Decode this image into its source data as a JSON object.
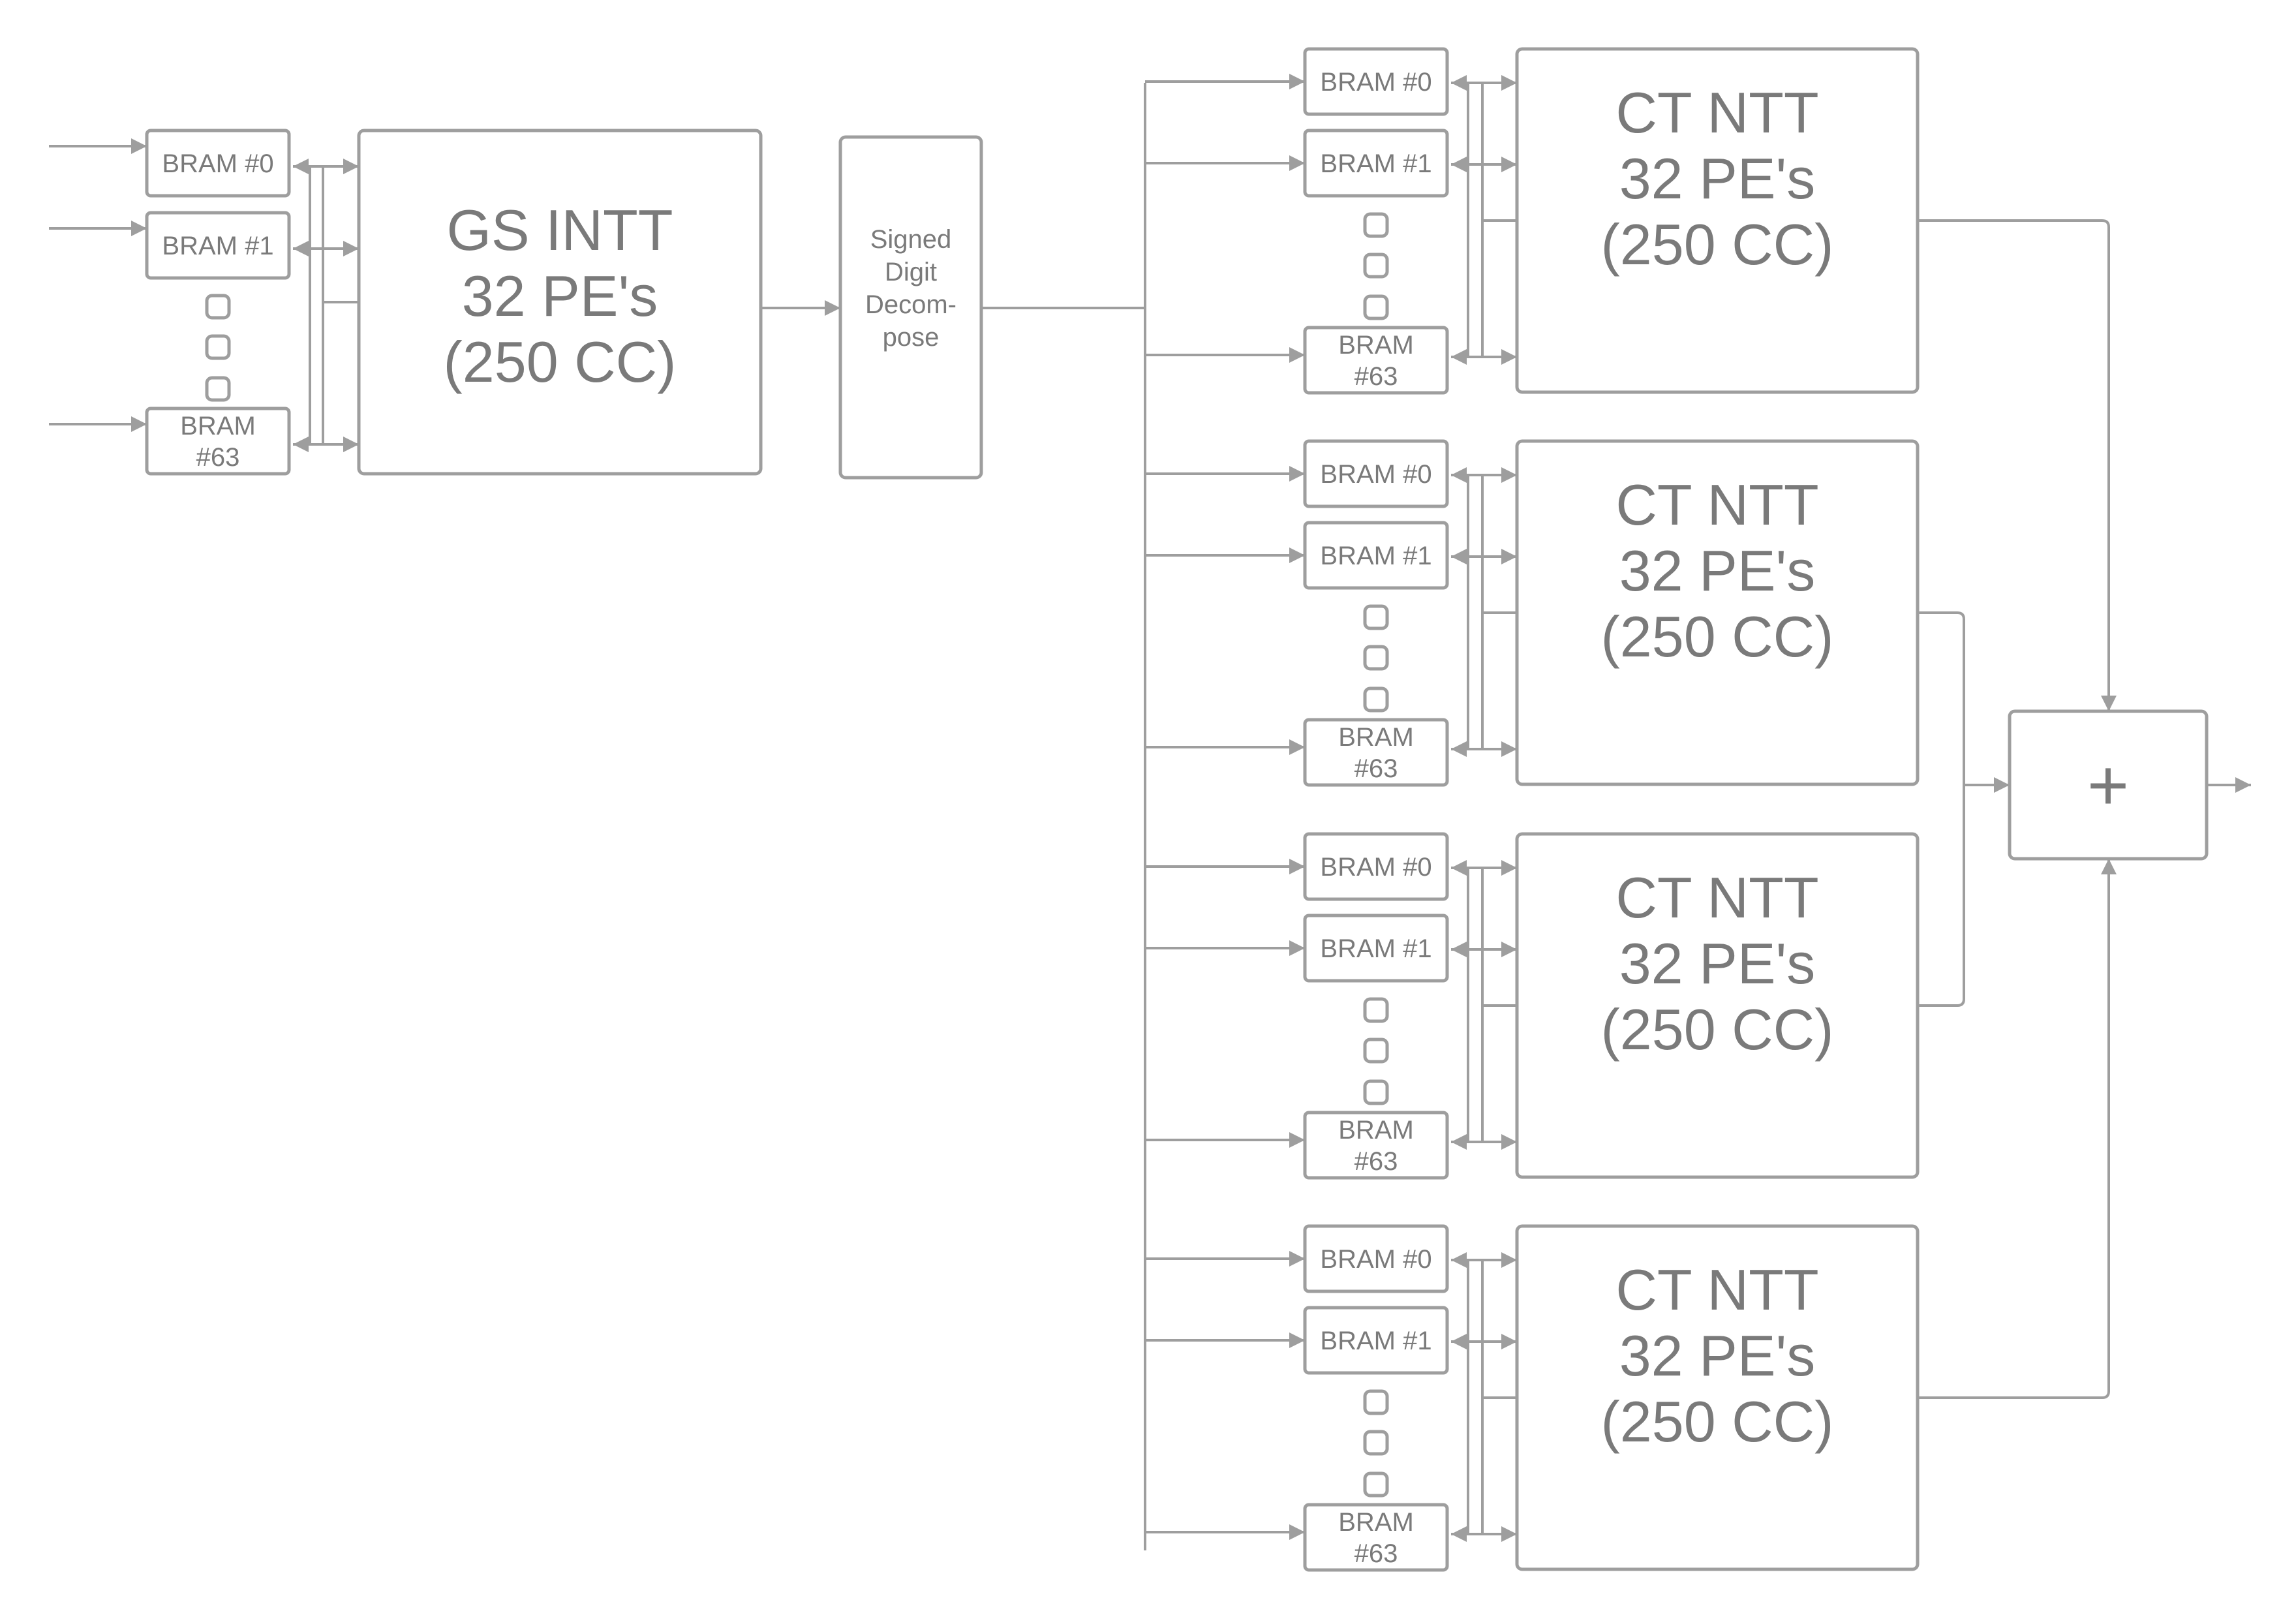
{
  "input_brams": [
    {
      "label_lines": [
        "BRAM #0"
      ]
    },
    {
      "label_lines": [
        "BRAM #1"
      ]
    },
    {
      "label_lines": [
        "BRAM",
        "#63"
      ]
    }
  ],
  "gs_intt": {
    "lines": [
      "GS INTT",
      "32 PE's",
      "(250 CC)"
    ]
  },
  "decompose": {
    "lines": [
      "Signed",
      "Digit",
      "Decom-",
      "pose"
    ]
  },
  "ct_blocks": [
    {
      "lines": [
        "CT NTT",
        "32 PE's",
        "(250 CC)"
      ],
      "brams": [
        {
          "label_lines": [
            "BRAM #0"
          ]
        },
        {
          "label_lines": [
            "BRAM #1"
          ]
        },
        {
          "label_lines": [
            "BRAM",
            "#63"
          ]
        }
      ]
    },
    {
      "lines": [
        "CT NTT",
        "32 PE's",
        "(250 CC)"
      ],
      "brams": [
        {
          "label_lines": [
            "BRAM #0"
          ]
        },
        {
          "label_lines": [
            "BRAM #1"
          ]
        },
        {
          "label_lines": [
            "BRAM",
            "#63"
          ]
        }
      ]
    },
    {
      "lines": [
        "CT NTT",
        "32 PE's",
        "(250 CC)"
      ],
      "brams": [
        {
          "label_lines": [
            "BRAM #0"
          ]
        },
        {
          "label_lines": [
            "BRAM #1"
          ]
        },
        {
          "label_lines": [
            "BRAM",
            "#63"
          ]
        }
      ]
    },
    {
      "lines": [
        "CT NTT",
        "32 PE's",
        "(250 CC)"
      ],
      "brams": [
        {
          "label_lines": [
            "BRAM #0"
          ]
        },
        {
          "label_lines": [
            "BRAM #1"
          ]
        },
        {
          "label_lines": [
            "BRAM",
            "#63"
          ]
        }
      ]
    }
  ],
  "adder": {
    "symbol": "+"
  }
}
